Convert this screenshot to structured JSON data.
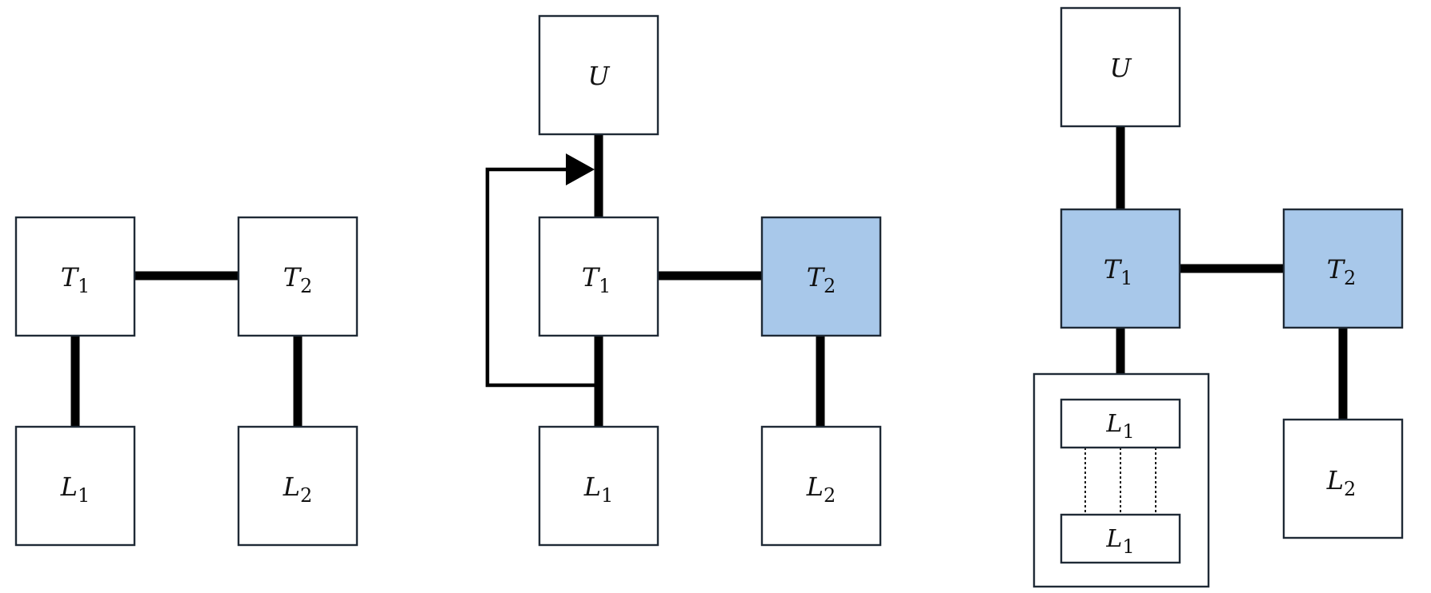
{
  "colors": {
    "highlight_fill": "#a8c8ea",
    "box_stroke": "#1f2a36"
  },
  "panel1": {
    "T1": {
      "main": "T",
      "sub": "1"
    },
    "T2": {
      "main": "T",
      "sub": "2"
    },
    "L1": {
      "main": "L",
      "sub": "1"
    },
    "L2": {
      "main": "L",
      "sub": "2"
    }
  },
  "panel2": {
    "U": {
      "main": "U",
      "sub": ""
    },
    "T1": {
      "main": "T",
      "sub": "1"
    },
    "T2": {
      "main": "T",
      "sub": "2"
    },
    "L1": {
      "main": "L",
      "sub": "1"
    },
    "L2": {
      "main": "L",
      "sub": "2"
    }
  },
  "panel3": {
    "U": {
      "main": "U",
      "sub": ""
    },
    "T1": {
      "main": "T",
      "sub": "1"
    },
    "T2": {
      "main": "T",
      "sub": "2"
    },
    "L1_top": {
      "main": "L",
      "sub": "1"
    },
    "L1_bottom": {
      "main": "L",
      "sub": "1"
    },
    "L2": {
      "main": "L",
      "sub": "2"
    }
  }
}
